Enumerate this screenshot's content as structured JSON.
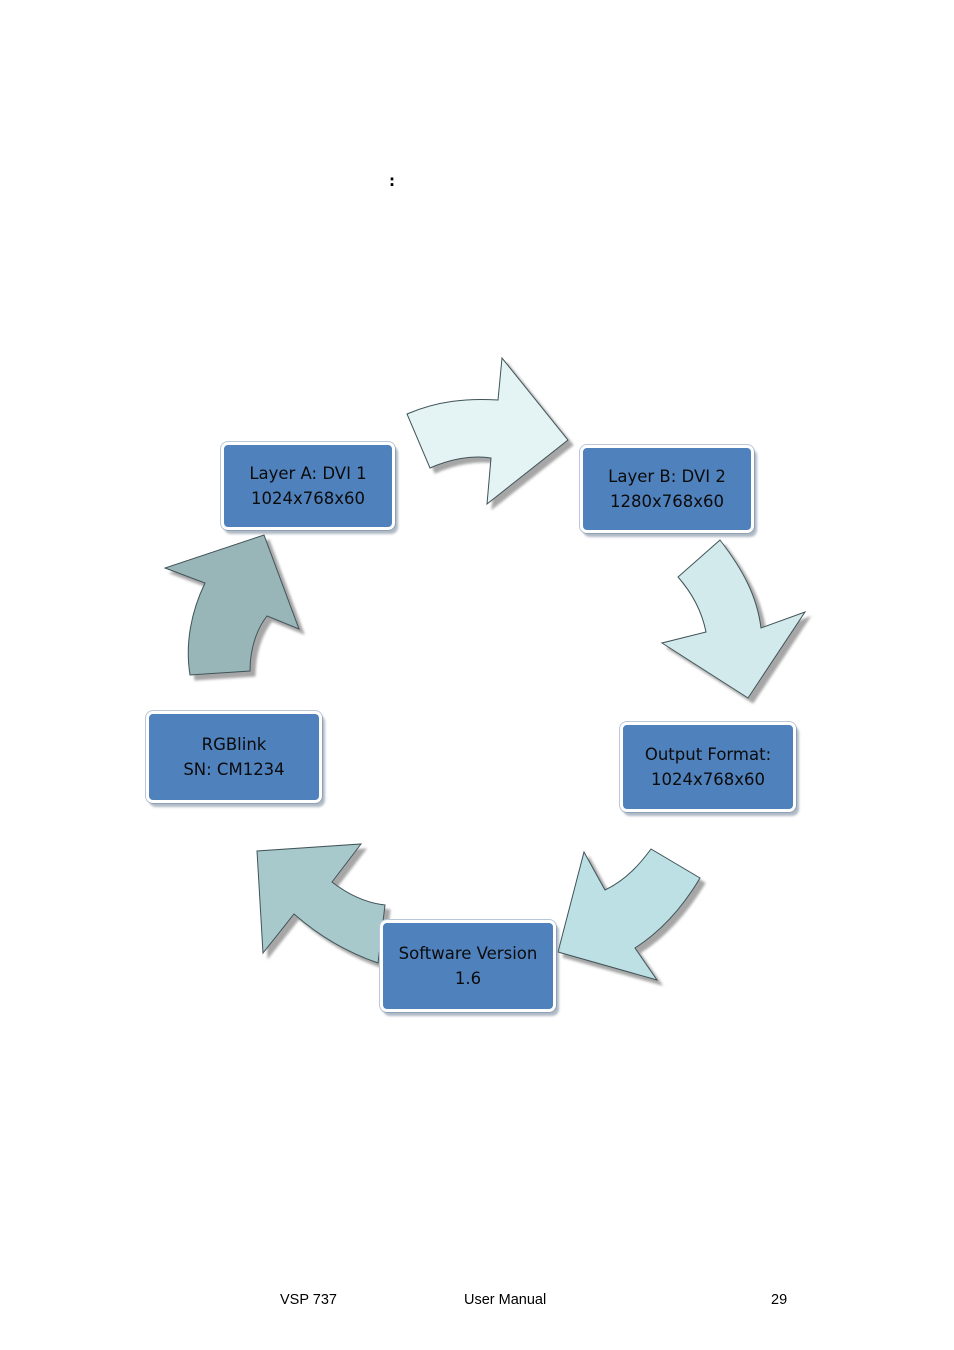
{
  "intro": {
    "colon": ":"
  },
  "diagram": {
    "steps": [
      {
        "line1": "Layer A: DVI 1",
        "line2": "1024x768x60"
      },
      {
        "line1": "Layer B: DVI 2",
        "line2": "1280x768x60"
      },
      {
        "line1": "Output Format:",
        "line2": "1024x768x60"
      },
      {
        "line1": "Software Version",
        "line2": "1.6"
      },
      {
        "line1": "RGBlink",
        "line2": "SN: CM1234"
      }
    ],
    "colors": {
      "box_fill": "#4f81bd",
      "arrow_1": "#e4f3f4",
      "arrow_2": "#d3eaec",
      "arrow_3": "#bce0e4",
      "arrow_4": "#a8c9cc",
      "arrow_5": "#98b5b8"
    }
  },
  "footer": {
    "model": "VSP 737",
    "document": "User Manual",
    "page_number": "29"
  }
}
